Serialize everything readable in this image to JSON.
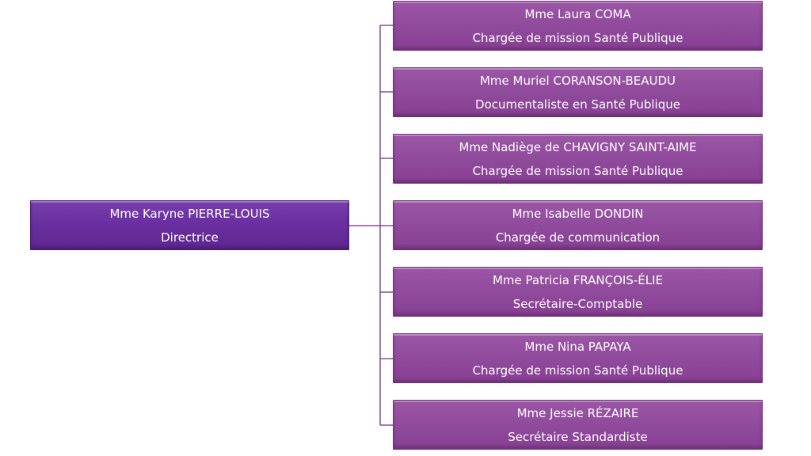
{
  "org_chart": {
    "root": {
      "name": "Mme Karyne PIERRE-LOUIS",
      "role": "Directrice"
    },
    "children": [
      {
        "name": "Mme Laura COMA",
        "role": "Chargée de mission Santé Publique"
      },
      {
        "name": "Mme Muriel CORANSON-BEAUDU",
        "role": "Documentaliste en Santé Publique"
      },
      {
        "name": "Mme Nadiège de CHAVIGNY SAINT-AIME",
        "role": "Chargée de mission Santé Publique"
      },
      {
        "name": "Mme Isabelle DONDIN",
        "role": "Chargée de communication"
      },
      {
        "name": "Mme Patricia FRANÇOIS-ÉLIE",
        "role": "Secrétaire-Comptable"
      },
      {
        "name": "Mme Nina PAPAYA",
        "role": "Chargée de mission Santé Publique"
      },
      {
        "name": "Mme Jessie RÉZAIRE",
        "role": "Secrétaire Standardiste"
      }
    ],
    "colors": {
      "root": "#6a2fa0",
      "child": "#914c9d",
      "connector": "#8a4a96"
    }
  }
}
